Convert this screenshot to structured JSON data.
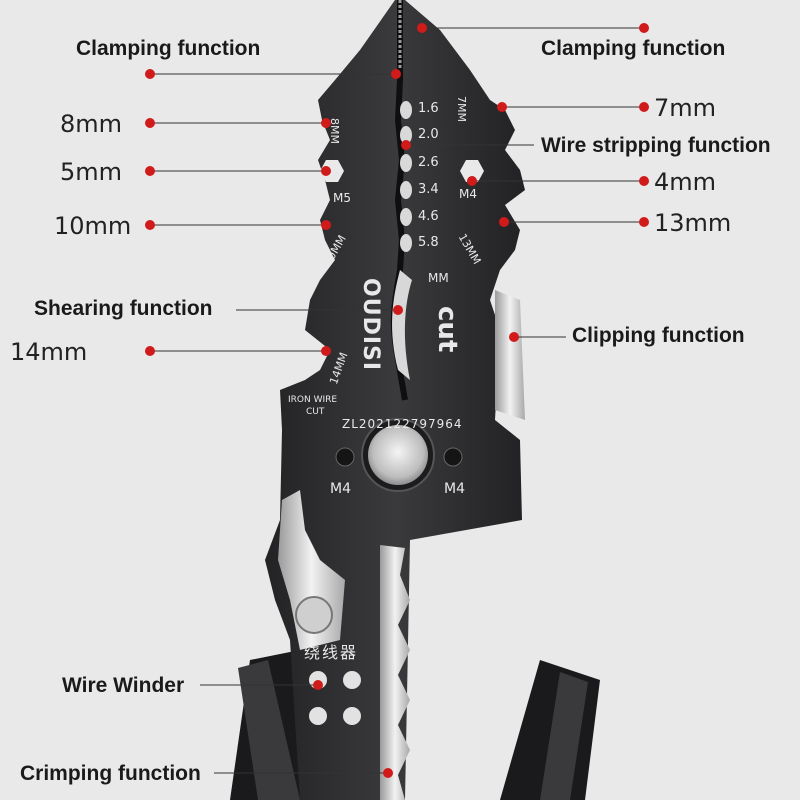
{
  "callouts": {
    "clamping_left": "Clamping function",
    "clamping_right": "Clamping function",
    "size_8mm": "8mm",
    "size_5mm": "5mm",
    "size_10mm": "10mm",
    "size_7mm": "7mm",
    "wire_stripping": "Wire stripping function",
    "size_4mm": "4mm",
    "size_13mm": "13mm",
    "shearing": "Shearing function",
    "clipping": "Clipping function",
    "size_14mm": "14mm",
    "wire_winder": "Wire Winder",
    "crimping": "Crimping function"
  },
  "engravings": {
    "gauges": [
      "1.6",
      "2.0",
      "2.6",
      "3.4",
      "4.6",
      "5.8"
    ],
    "mark_8mm": "8MM",
    "mark_7mm": "7MM",
    "mark_m5": "M5",
    "mark_m4_hex": "M4",
    "mark_10mm": "10MM",
    "mark_13mm": "13MM",
    "mark_mm": "MM",
    "brand": "OUDISI",
    "cut": "cut",
    "mark_14mm": "14MM",
    "iron_wire_line1": "IRON WIRE",
    "iron_wire_line2": "CUT",
    "serial": "ZL202122797964",
    "m4_left": "M4",
    "m4_right": "M4",
    "winder_cn": "绕线器"
  },
  "colors": {
    "background": "#e9e9e9",
    "tool_body": "#2c2c2e",
    "tool_dark": "#1c1c1e",
    "engraving": "#e8e8e8",
    "marker_dot": "#d11a1a",
    "leader_line": "#333333",
    "blade": "#c8c8c8"
  }
}
